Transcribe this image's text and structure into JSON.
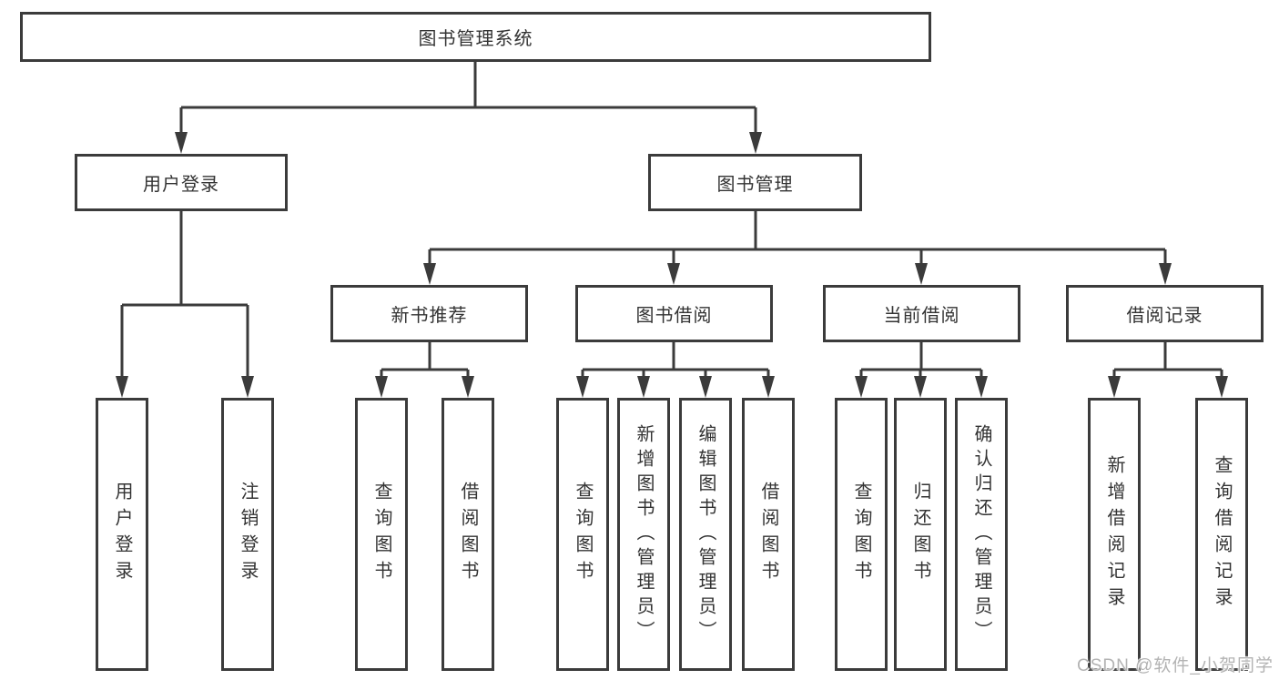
{
  "colors": {
    "line": "#3b3b3b",
    "box_border": "#3b3b3b",
    "text": "#333333",
    "background": "#ffffff",
    "watermark": "#b3b3b3"
  },
  "diagram": {
    "title": "图书管理系统",
    "branches": [
      {
        "label": "用户登录",
        "children": [
          {
            "label": "用户登录"
          },
          {
            "label": "注销登录"
          }
        ]
      },
      {
        "label": "图书管理",
        "children": [
          {
            "label": "新书推荐",
            "children": [
              {
                "label": "查询图书"
              },
              {
                "label": "借阅图书"
              }
            ]
          },
          {
            "label": "图书借阅",
            "children": [
              {
                "label": "查询图书"
              },
              {
                "label": "新增图书（管理员）"
              },
              {
                "label": "编辑图书（管理员）"
              },
              {
                "label": "借阅图书"
              }
            ]
          },
          {
            "label": "当前借阅",
            "children": [
              {
                "label": "查询图书"
              },
              {
                "label": "归还图书"
              },
              {
                "label": "确认归还（管理员）"
              }
            ]
          },
          {
            "label": "借阅记录",
            "children": [
              {
                "label": "新增借阅记录"
              },
              {
                "label": "查询借阅记录"
              }
            ]
          }
        ]
      }
    ]
  },
  "watermark": {
    "text": "CSDN @软件_小贺同学"
  }
}
